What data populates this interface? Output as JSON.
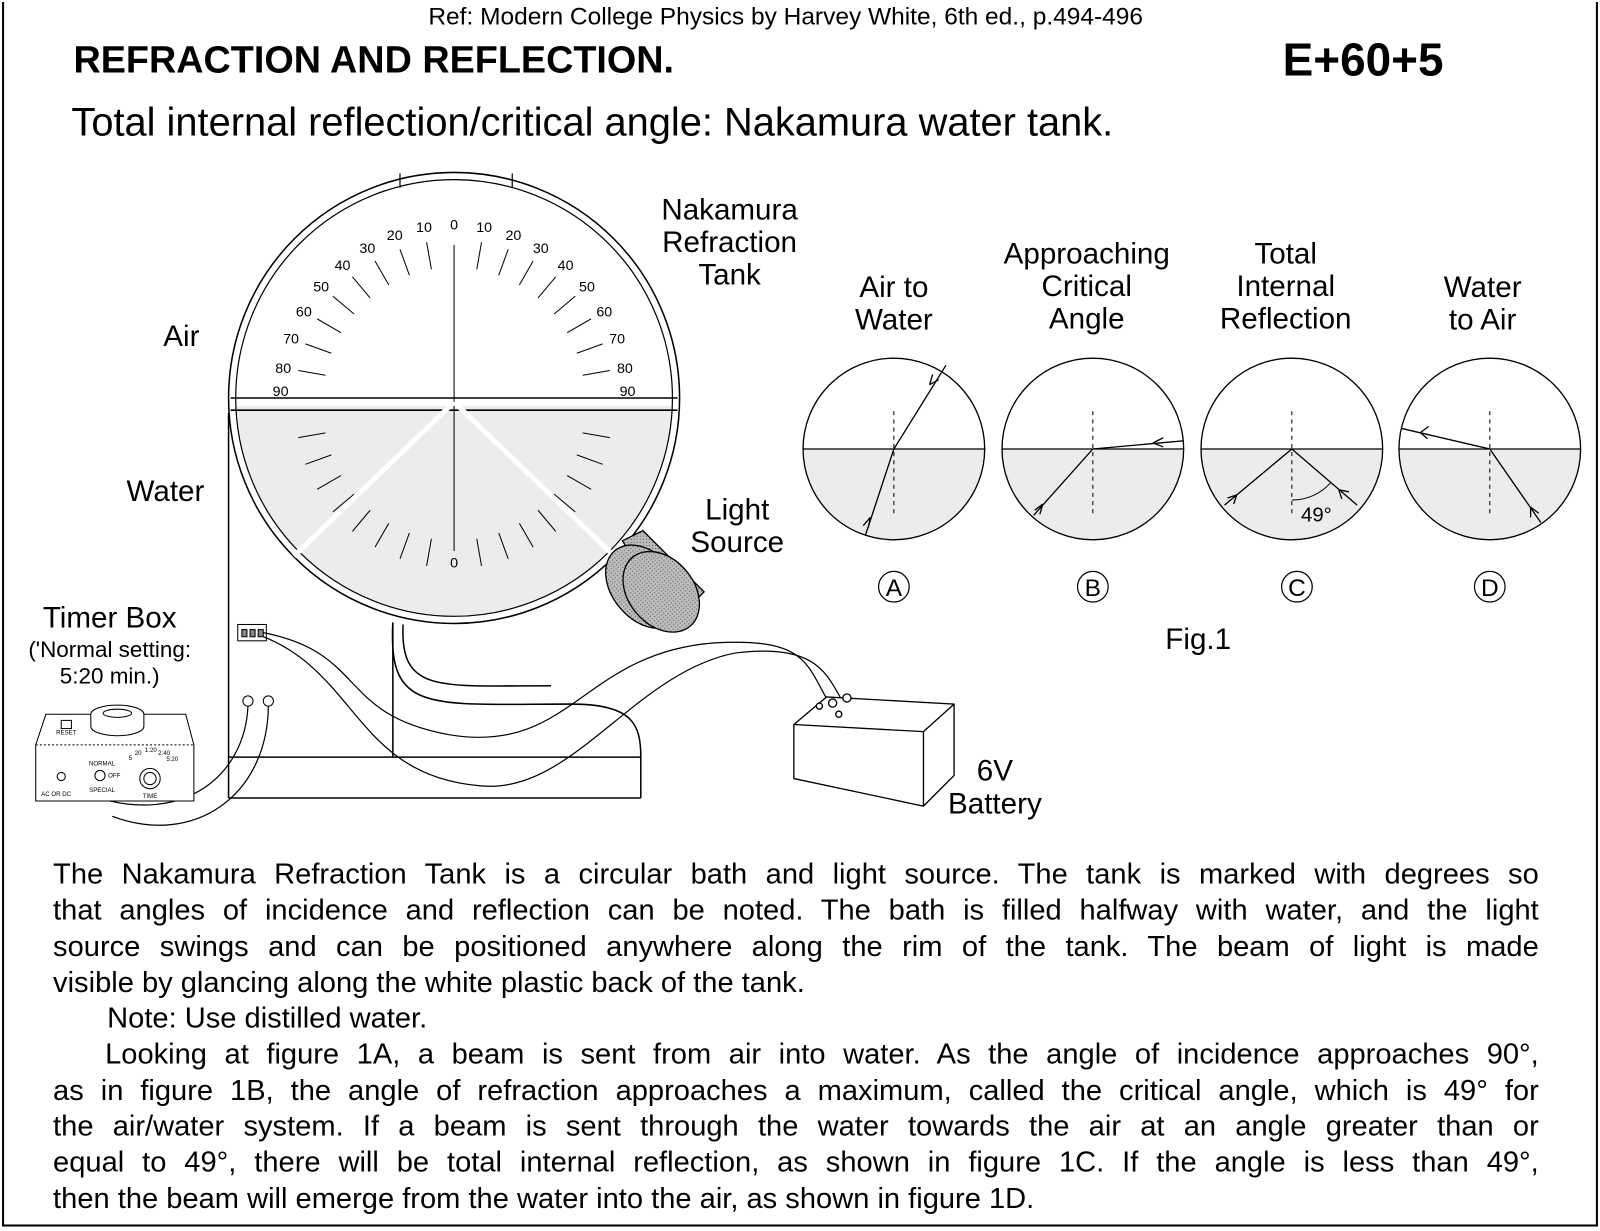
{
  "header": {
    "reference": "Ref: Modern College Physics by Harvey White, 6th ed., p.494-496",
    "title": "REFRACTION AND REFLECTION.",
    "code": "E+60+5",
    "subtitle": "Total internal reflection/critical angle: Nakamura water tank."
  },
  "apparatus": {
    "tank_label": [
      "Nakamura",
      "Refraction",
      "Tank"
    ],
    "air_label": "Air",
    "water_label": "Water",
    "light_source_label": [
      "Light",
      "Source"
    ],
    "timer_box_label": "Timer Box",
    "timer_note": [
      "('Normal setting:",
      "5:20 min.)"
    ],
    "battery_label": [
      "6V",
      "Battery"
    ],
    "scale_upper": [
      "90",
      "80",
      "70",
      "60",
      "50",
      "40",
      "30",
      "20",
      "10",
      "0",
      "10",
      "20",
      "30",
      "40",
      "50",
      "60",
      "70",
      "80",
      "90"
    ],
    "scale_lower": "0",
    "timer_panel": {
      "reset": "RESET",
      "normal": "NORMAL",
      "off": "OFF",
      "special": "SPECIAL",
      "ac_dc": "AC OR DC",
      "time": "TIME",
      "dial": [
        "5",
        "20",
        "1:20",
        "2:40",
        "5:20"
      ]
    }
  },
  "figure": {
    "caption": "Fig.1",
    "panels": [
      {
        "letter": "A",
        "title": [
          "Air to",
          "Water"
        ]
      },
      {
        "letter": "B",
        "title": [
          "Approaching",
          "Critical",
          "Angle"
        ]
      },
      {
        "letter": "C",
        "title": [
          "Total",
          "Internal",
          "Reflection"
        ],
        "angle_label": "49°"
      },
      {
        "letter": "D",
        "title": [
          "Water",
          "to Air"
        ]
      }
    ]
  },
  "body": {
    "lines": [
      "The Nakamura Refraction Tank is a circular bath and light source. The tank is marked with degrees so",
      "that angles of incidence and reflection can be noted. The bath is filled halfway with water, and the light",
      "source swings and can be positioned anywhere along the rim of the tank. The beam of light  is made",
      "visible by glancing along the white plastic back of the tank.",
      "Note: Use distilled water.",
      "Looking at figure 1A, a beam is sent from air into water. As the angle of incidence approaches 90°,",
      "as in figure 1B, the angle of refraction approaches a maximum, called the critical angle, which is 49° for",
      "the air/water system. If a beam is sent through the water towards the air at an angle greater than or",
      "equal to 49°, there will be total internal reflection, as shown in figure 1C. If the angle is less than 49°,",
      "then the beam will emerge from the water into the air, as shown in figure 1D."
    ]
  },
  "colors": {
    "water": "#ececec",
    "ink": "#000000",
    "hatch": "#9a9a9a"
  }
}
